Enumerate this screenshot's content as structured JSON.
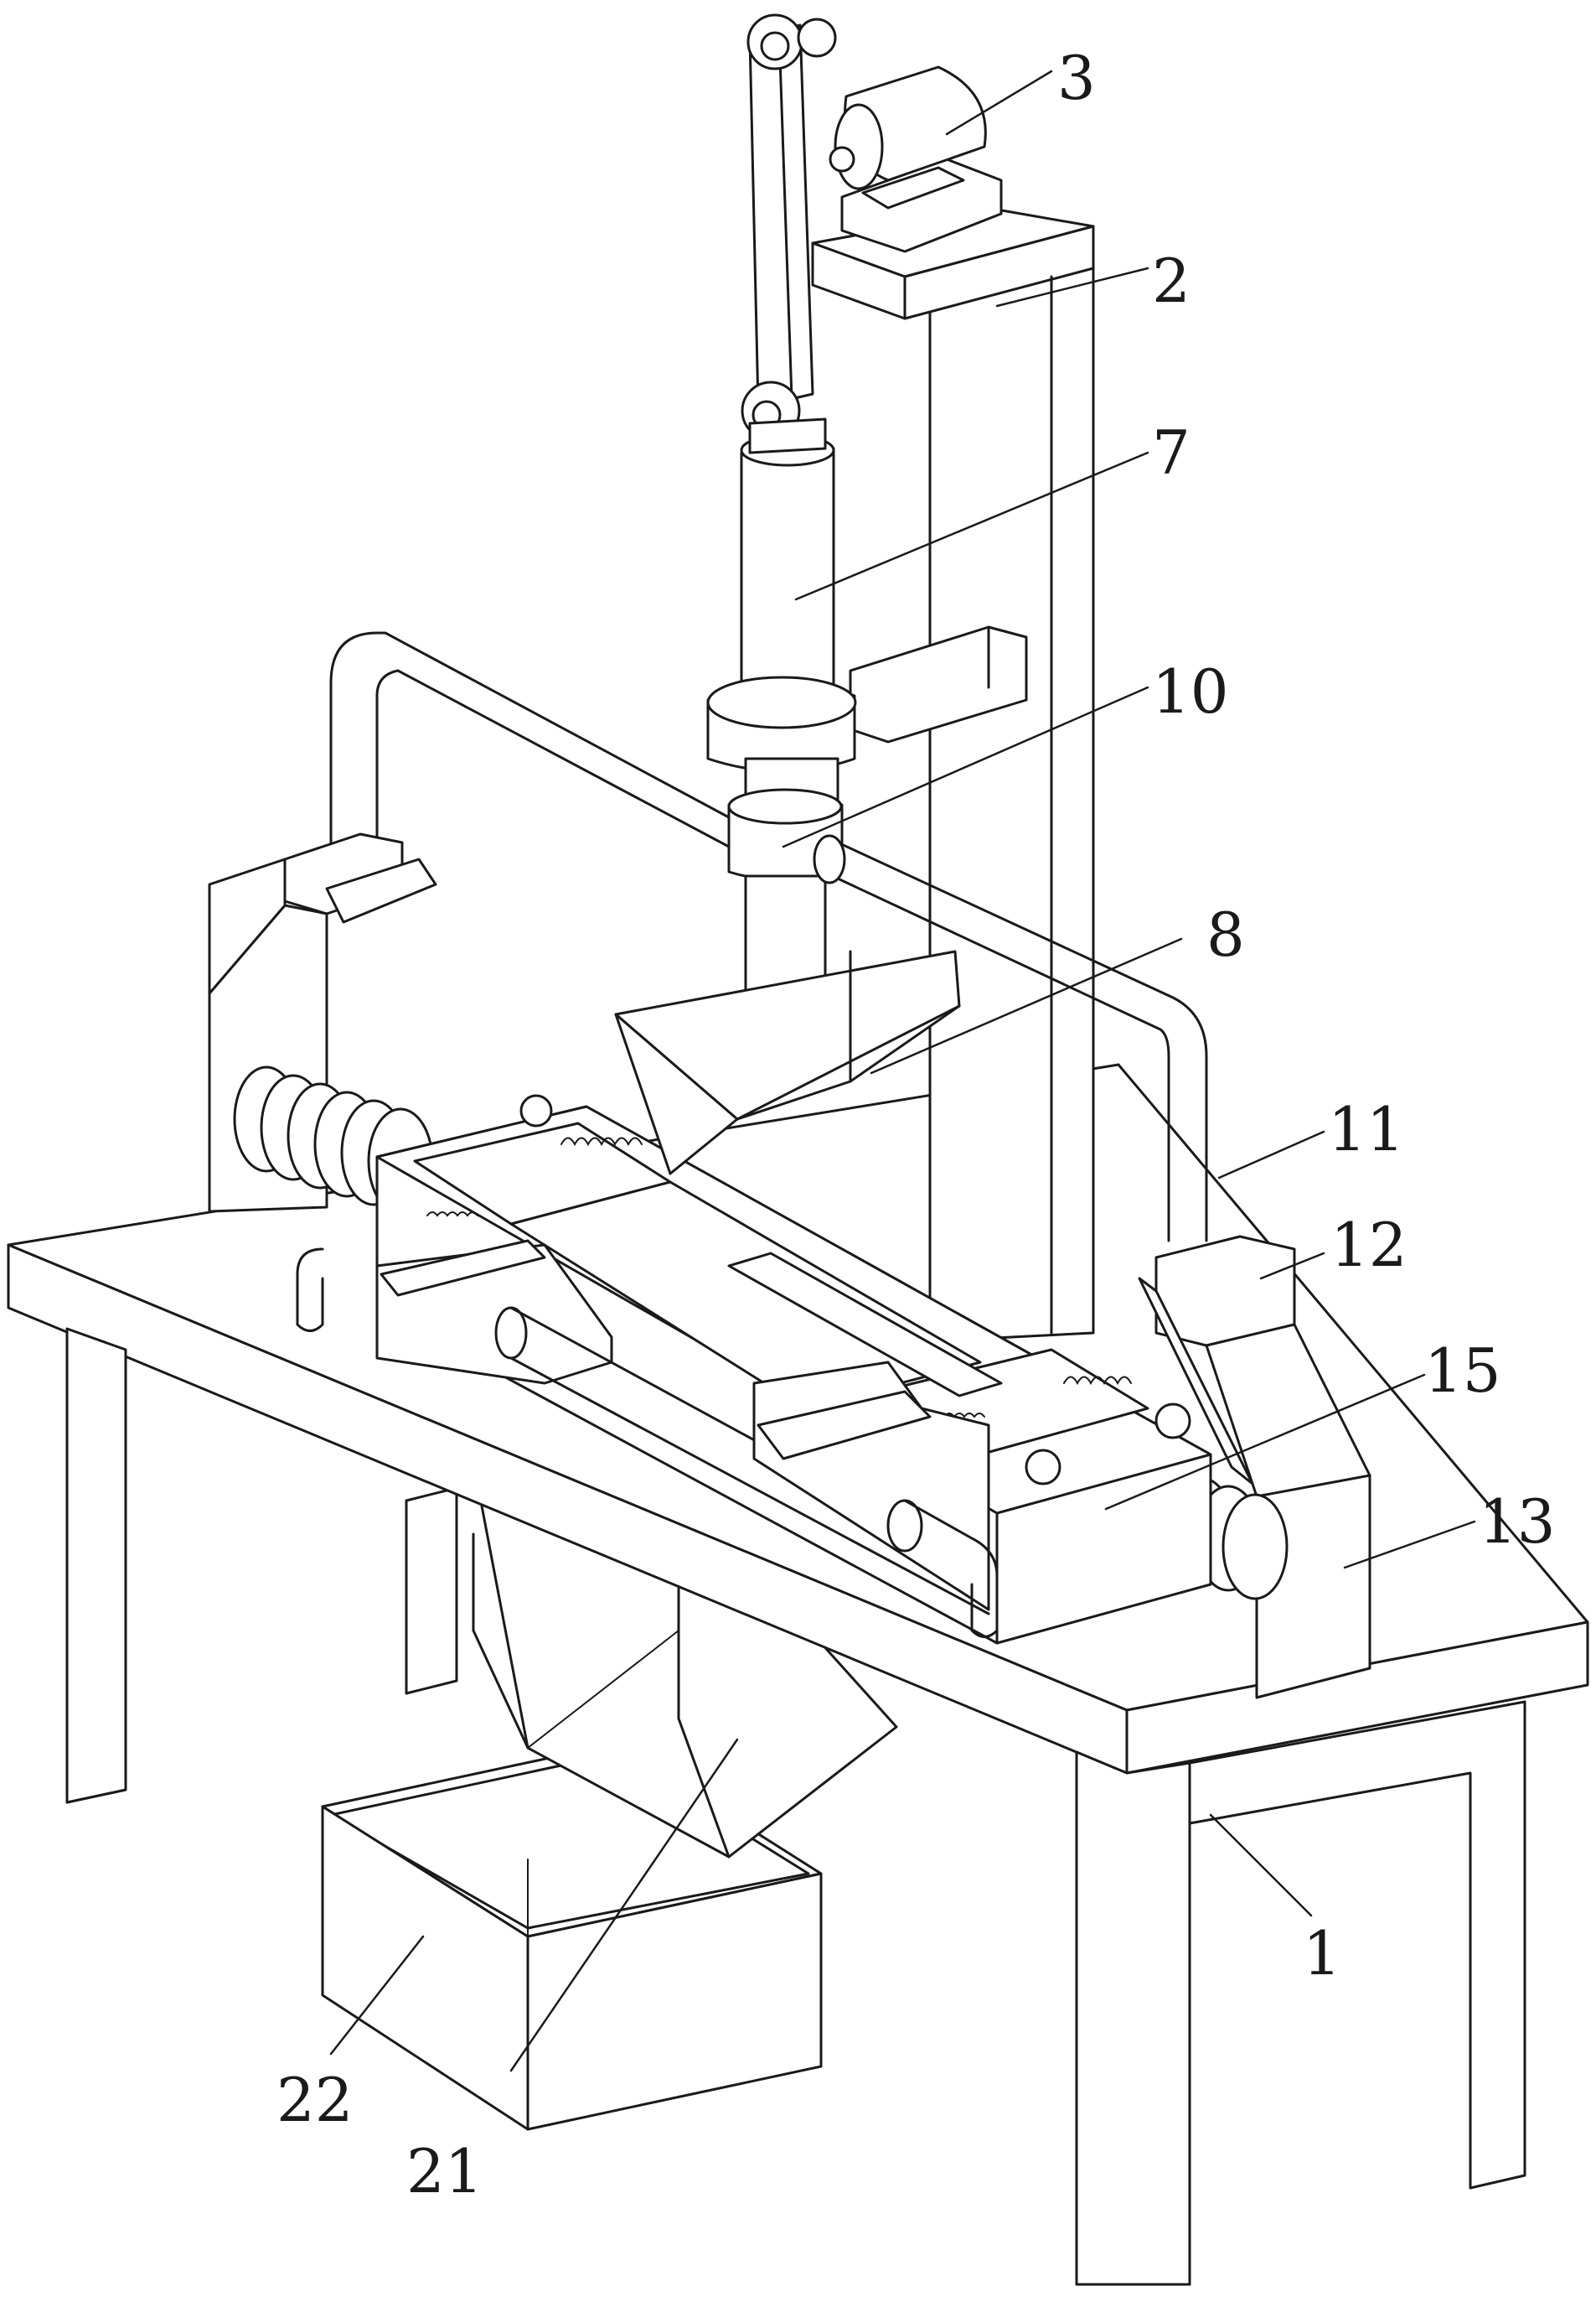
{
  "callouts": [
    {
      "id": "1",
      "text": "1"
    },
    {
      "id": "2",
      "text": "2"
    },
    {
      "id": "3",
      "text": "3"
    },
    {
      "id": "7",
      "text": "7"
    },
    {
      "id": "8",
      "text": "8"
    },
    {
      "id": "10",
      "text": "10"
    },
    {
      "id": "11",
      "text": "11"
    },
    {
      "id": "12",
      "text": "12"
    },
    {
      "id": "13",
      "text": "13"
    },
    {
      "id": "15",
      "text": "15"
    },
    {
      "id": "21",
      "text": "21"
    },
    {
      "id": "22",
      "text": "22"
    }
  ],
  "colors": {
    "line": "#1a1a1a",
    "background": "#ffffff"
  }
}
